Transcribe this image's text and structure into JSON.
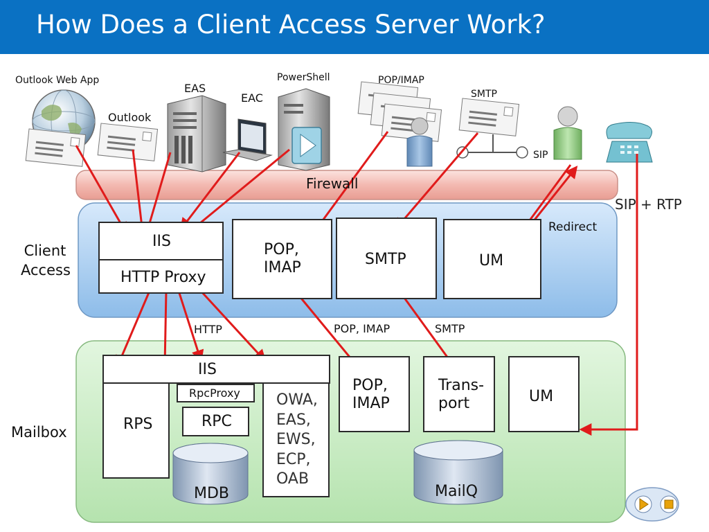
{
  "title": "How Does a Client Access Server Work?",
  "clients": {
    "owa": "Outlook Web App",
    "outlook": "Outlook",
    "eas": "EAS",
    "eac": "EAC",
    "powershell": "PowerShell",
    "popimap": "POP/IMAP",
    "smtp": "SMTP",
    "sip": "SIP"
  },
  "firewall": "Firewall",
  "sip_rtp": "SIP + RTP",
  "redirect": "Redirect",
  "client_access": {
    "label_line1": "Client",
    "label_line2": "Access",
    "iis": "IIS",
    "http_proxy": "HTTP Proxy",
    "pop_line1": "POP,",
    "pop_line2": "IMAP",
    "smtp": "SMTP",
    "um": "UM"
  },
  "protocols": {
    "http": "HTTP",
    "pop_imap": "POP, IMAP",
    "smtp": "SMTP"
  },
  "mailbox": {
    "label": "Mailbox",
    "iis": "IIS",
    "rpcproxy": "RpcProxy",
    "rps": "RPS",
    "rpc": "RPC",
    "services": [
      "OWA,",
      "EAS,",
      "EWS,",
      "ECP,",
      "OAB"
    ],
    "pop_line1": "POP,",
    "pop_line2": "IMAP",
    "transport_line1": "Trans-",
    "transport_line2": "port",
    "um": "UM",
    "mdb": "MDB",
    "mailq": "MailQ"
  },
  "colors": {
    "title_bar": "#0a71c3",
    "firewall": "#f6c9c4",
    "client_access_panel": "#a9cdf0",
    "mailbox_panel": "#c9ecc6",
    "arrows": "#e01b1b"
  },
  "icons": [
    "globe-icon",
    "envelope-icon",
    "server-icon",
    "laptop-icon",
    "powershell-icon",
    "user-icon",
    "telephone-icon",
    "hub-icon",
    "database-icon",
    "play-icon",
    "stop-icon"
  ]
}
